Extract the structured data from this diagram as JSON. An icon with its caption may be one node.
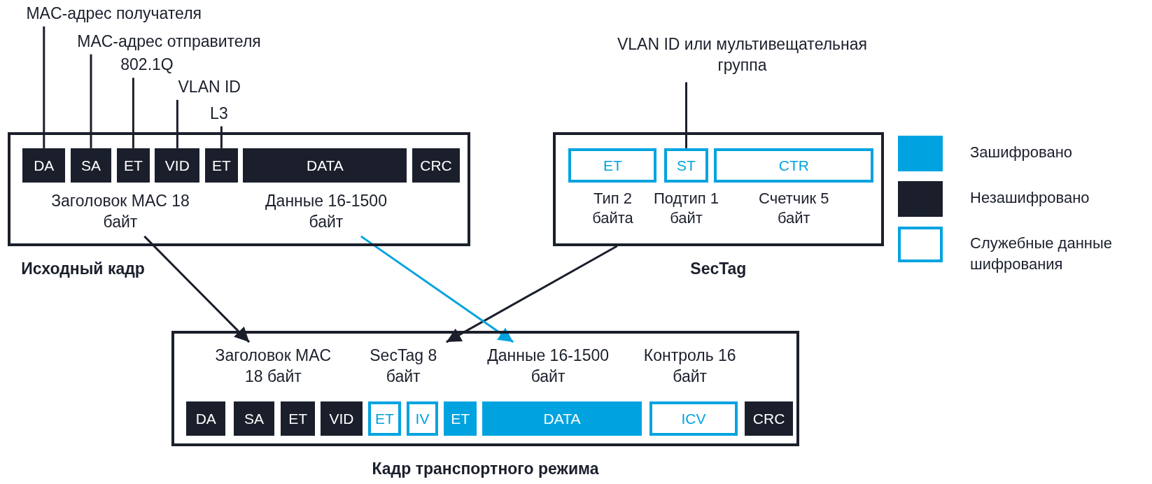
{
  "diagram": {
    "nodes": [
      {
        "text": [
          "Исходный кадр"
        ]
      },
      {
        "text": [
          "DA"
        ],
        "in": 0
      },
      {
        "text": [
          "SA"
        ],
        "in": 0
      },
      {
        "text": [
          "ET"
        ],
        "in": 0
      },
      {
        "text": [
          "VID"
        ],
        "in": 0
      },
      {
        "text": [
          "ET"
        ],
        "in": 0
      },
      {
        "text": [
          "DATA"
        ],
        "in": 0
      },
      {
        "text": [
          "CRC"
        ],
        "in": 0
      },
      {
        "text": [
          "Заголовок MAC 18 байт"
        ],
        "in": 0
      },
      {
        "text": [
          "Данные 16-1500 байт"
        ],
        "in": 0
      },
      {
        "text": [
          "MAC-адрес получателя"
        ]
      },
      {
        "text": [
          "MAC-адрес отправителя"
        ]
      },
      {
        "text": [
          "802.1Q"
        ]
      },
      {
        "text": [
          "VLAN ID"
        ]
      },
      {
        "text": [
          "L3"
        ]
      },
      {
        "text": [
          "SecTag"
        ]
      },
      {
        "text": [
          "ET"
        ],
        "in": 15,
        "beside": [
          "Тип 2 байта"
        ]
      },
      {
        "text": [
          "ST"
        ],
        "in": 15,
        "beside": [
          "Подтип 1 байт"
        ]
      },
      {
        "text": [
          "CTR"
        ],
        "in": 15,
        "beside": [
          "Счетчик 5 байт"
        ]
      },
      {
        "text": [
          "VLAN ID или мультивещательная группа"
        ]
      },
      {
        "text": [
          "Кадр транспортного режима"
        ]
      },
      {
        "text": [
          "Заголовок MAC 18 байт"
        ],
        "in": 20
      },
      {
        "text": [
          "SecTag 8 байт"
        ],
        "in": 20
      },
      {
        "text": [
          "Данные 16-1500 байт"
        ],
        "in": 20
      },
      {
        "text": [
          "Контроль 16 байт"
        ],
        "in": 20
      },
      {
        "text": [
          "DA"
        ],
        "in": 20
      },
      {
        "text": [
          "SA"
        ],
        "in": 20
      },
      {
        "text": [
          "ET"
        ],
        "in": 20
      },
      {
        "text": [
          "VID"
        ],
        "in": 20
      },
      {
        "text": [
          "ET"
        ],
        "in": 20
      },
      {
        "text": [
          "IV"
        ],
        "in": 20
      },
      {
        "text": [
          "ET"
        ],
        "in": 20
      },
      {
        "text": [
          "DATA"
        ],
        "in": 20
      },
      {
        "text": [
          "ICV"
        ],
        "in": 20
      },
      {
        "text": [
          "CRC"
        ],
        "in": 20
      }
    ],
    "edges": [
      {
        "from": 10,
        "to": 1,
        "arrow": "none"
      },
      {
        "from": 11,
        "to": 2,
        "arrow": "none"
      },
      {
        "from": 12,
        "to": 3,
        "arrow": "none"
      },
      {
        "from": 13,
        "to": 4,
        "arrow": "none"
      },
      {
        "from": 14,
        "to": 5,
        "arrow": "none"
      },
      {
        "from": 19,
        "to": 17,
        "arrow": "none"
      },
      {
        "from": 8,
        "to": 21,
        "arrow": "to"
      },
      {
        "from": 15,
        "to": 22,
        "arrow": "to"
      },
      {
        "from": 9,
        "to": 23,
        "arrow": "to",
        "color": "#00a3e0"
      }
    ],
    "legend": [
      {
        "text": "Зашифровано",
        "color": "#00a3e0"
      },
      {
        "text": "Незашифровано",
        "color": "#1a1f2b"
      },
      {
        "text": "Служебные данные шифрования"
      }
    ]
  }
}
